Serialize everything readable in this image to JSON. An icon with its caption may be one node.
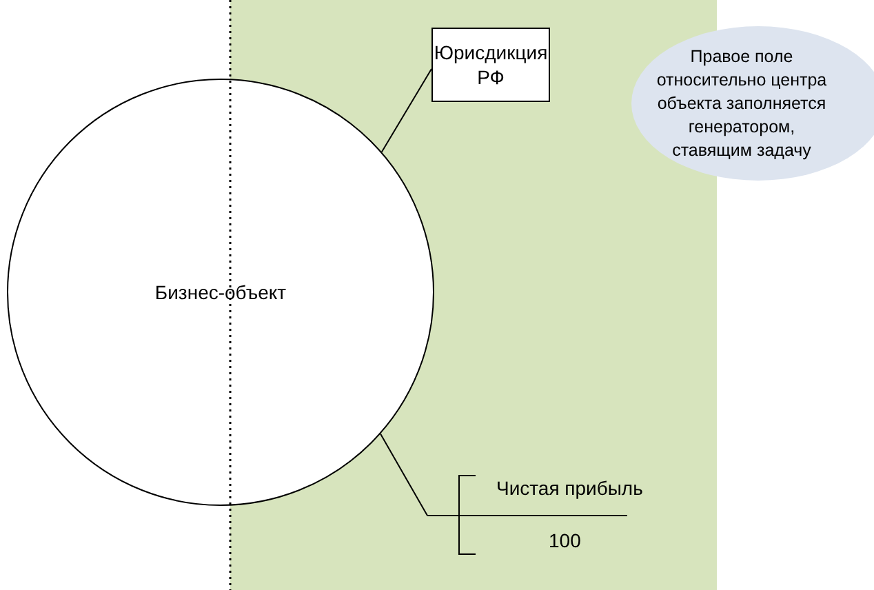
{
  "diagram": {
    "nodes": [
      {
        "text": [
          "Бизнес-объект"
        ]
      },
      {
        "text": [
          "Юрисдикция РФ"
        ]
      },
      {
        "text": [
          "Правое поле относительно центра объекта заполняется генератором, ставящим задачу"
        ]
      },
      {
        "text": [
          "Чистая прибыль",
          "100"
        ]
      }
    ],
    "edges": [
      {
        "from": 1,
        "to": 0,
        "arrow": "none"
      },
      {
        "from": 3,
        "to": 0,
        "arrow": "none"
      }
    ]
  }
}
